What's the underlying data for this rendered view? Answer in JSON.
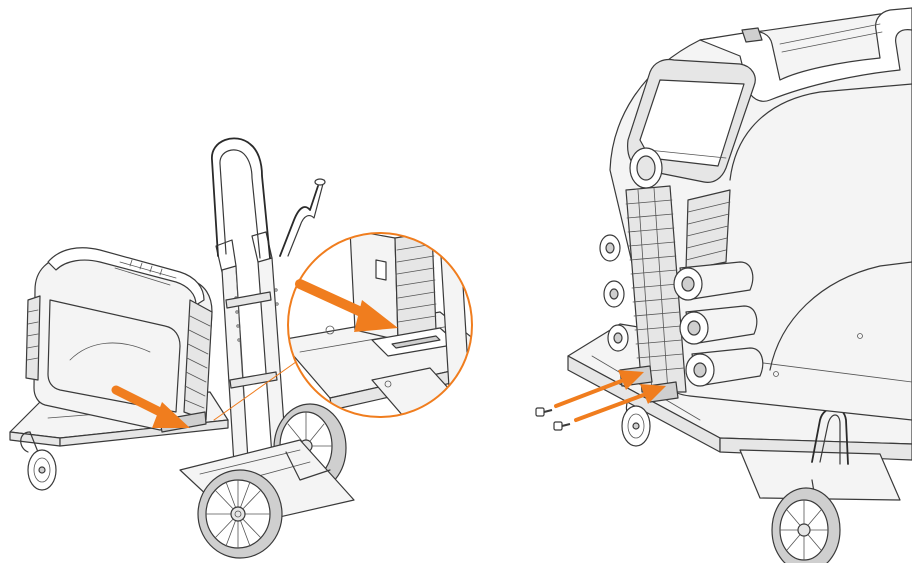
{
  "colors": {
    "accent": "#f07d1e",
    "line": "#3a3a3a",
    "background": "#ffffff"
  },
  "panels": [
    {
      "id": "left",
      "subject": "welder-on-cart-with-detail-callout",
      "arrows": 2,
      "has_detail_callout": true
    },
    {
      "id": "right",
      "subject": "welder-on-cart-front-screws",
      "arrows": 2,
      "screws": 2
    }
  ]
}
